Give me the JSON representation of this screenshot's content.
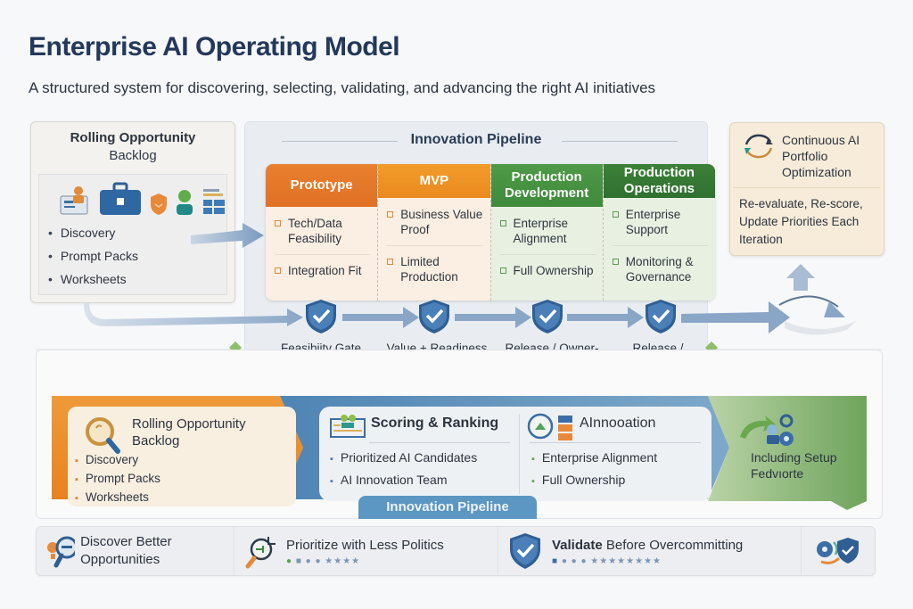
{
  "header": {
    "title": "Enterprise AI Operating Model",
    "subtitle": "A structured system for discovering, selecting, validating, and advancing the right AI initiatives"
  },
  "backlog_card": {
    "title_bold": "Rolling Opportunity",
    "title_rest": "Backlog",
    "icons": [
      "computer-user-icon",
      "briefcase-icon",
      "shield-icon",
      "person-icon",
      "network-icon"
    ],
    "items": [
      "Discovery",
      "Prompt Packs",
      "Worksheets"
    ]
  },
  "pipeline": {
    "title": "Innovation Pipeline",
    "stages": [
      {
        "name": "Prototype",
        "color": "#e47a2a",
        "items": [
          "Tech/Data Feasibility",
          "Integration Fit"
        ]
      },
      {
        "name": "MVP",
        "color": "#ef9426",
        "items": [
          "Business Value Proof",
          "Limited Production"
        ]
      },
      {
        "name": "Production Development",
        "color": "#4a9444",
        "items": [
          "Enterprise Alignment",
          "Full Ownership"
        ]
      },
      {
        "name": "Production Operations",
        "color": "#357a34",
        "items": [
          "Enterprise Support",
          "Monitoring & Governance"
        ]
      }
    ],
    "gates": [
      {
        "label": "Feasibiity Gate"
      },
      {
        "label": "Value + Readiness Gate"
      },
      {
        "label": "Release / Owner- ship"
      },
      {
        "label": "Release / Ownership"
      }
    ]
  },
  "optimization_card": {
    "title": "Continuous AI Portfolio Optimization",
    "description": "Re-evaluate, Re-score, Update Priorities Each Iteration"
  },
  "lower_flow": {
    "backlog": {
      "title": "Rolling Opportunity Backlog",
      "items": [
        "Discovery",
        "Prompt Packs",
        "Worksheets"
      ]
    },
    "scoring": {
      "title": "Scoring & Ranking",
      "items": [
        "Prioritized AI Candidates",
        "AI Innovation Team"
      ]
    },
    "innovation": {
      "title": "AInnooation",
      "items": [
        "Enterprise Alignment",
        "Full Ownership"
      ]
    },
    "pipeline_tab": "Innovation Pipeline",
    "final": {
      "text": "Including Setup Fedvıorte"
    }
  },
  "benefits": [
    {
      "text": "Discover Better Opportunities",
      "icon": "lightbulb-search-icon"
    },
    {
      "text": "Prioritize with Less Politics",
      "icon": "prioritize-magnifier-icon",
      "rating_icons": 8
    },
    {
      "bold": "Validate",
      "text": " Before Overcommitting",
      "icon": "shield-check-icon",
      "rating_icons": 12
    },
    {
      "icon": "gear-shield-icon"
    }
  ],
  "colors": {
    "title": "#23385a",
    "orange": "#e47a2a",
    "green": "#3f8a3b",
    "blue": "#3b6ea5"
  }
}
